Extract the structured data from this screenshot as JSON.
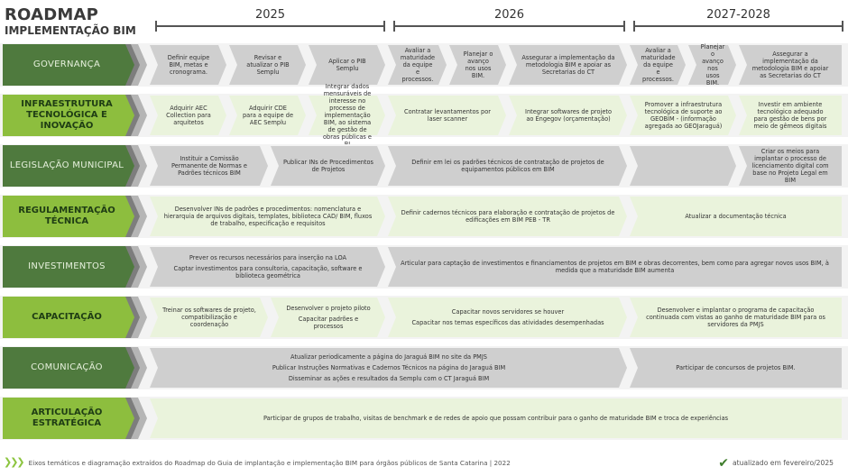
{
  "title": {
    "line1": "ROADMAP",
    "line2": "IMPLEMENTAÇÃO BIM"
  },
  "years": [
    "2025",
    "2026",
    "2027-2028"
  ],
  "colors": {
    "dark": "#4f7a3e",
    "light": "#8dbe3e",
    "gray": "#cfcfcf",
    "pale_green": "#eaf3dc",
    "stripe": "#f3f3f3"
  },
  "rows": [
    {
      "label": "GOVERNANÇA",
      "style": "dark",
      "items": [
        {
          "lines": [
            "Definir equipe BIM, metas e cronograma."
          ],
          "color": "gray"
        },
        {
          "lines": [
            "Revisar e atualizar o PIB Semplu"
          ],
          "color": "gray"
        },
        {
          "lines": [
            "Aplicar o PIB Semplu"
          ],
          "color": "gray"
        },
        {
          "lines": [
            "Avaliar a maturidade da equipe e processos."
          ],
          "color": "gray"
        },
        {
          "lines": [
            "Planejar o avanço nos usos BIM."
          ],
          "color": "gray"
        },
        {
          "lines": [
            "Assegurar a implementação da metodologia BIM e apoiar as Secretarias do CT"
          ],
          "color": "gray"
        },
        {
          "lines": [
            "Avaliar a maturidade da equipe e processos."
          ],
          "color": "gray"
        },
        {
          "lines": [
            "Planejar o avanço nos usos BIM."
          ],
          "color": "gray"
        },
        {
          "lines": [
            "Assegurar a implementação da metodologia BIM e apoiar as Secretarias do CT"
          ],
          "color": "gray"
        }
      ]
    },
    {
      "label": "INFRAESTRUTURA TECNOLÓGICA E INOVAÇÃO",
      "style": "light",
      "items": [
        {
          "lines": [
            "Adquirir AEC Collection para arquitetos"
          ],
          "color": "pale"
        },
        {
          "lines": [
            "Adquirir CDE para a equipe de AEC Semplu"
          ],
          "color": "pale"
        },
        {
          "lines": [
            "Integrar dados mensuráveis de interesse no processo de implementação BIM, ao sistema de gestão de obras públicas e BI"
          ],
          "color": "pale"
        },
        {
          "lines": [
            "Contratar levantamentos por laser scanner"
          ],
          "color": "pale"
        },
        {
          "lines": [
            "Integrar softwares de projeto ao Engegov (orçamentação)"
          ],
          "color": "pale"
        },
        {
          "lines": [
            "Promover a infraestrutura tecnológica de suporte ao GEOBIM - (informação agregada ao GEOJaraguá)"
          ],
          "color": "pale"
        },
        {
          "lines": [
            "Investir em ambiente tecnológico adequado para gestão de bens por meio de gêmeos digitais"
          ],
          "color": "pale"
        }
      ]
    },
    {
      "label": "LEGISLAÇÃO MUNICIPAL",
      "style": "dark",
      "items": [
        {
          "lines": [
            "Instituir a Comissão Permanente de Normas e Padrões técnicos BIM"
          ],
          "color": "gray"
        },
        {
          "lines": [
            "Publicar INs de Procedimentos de Projetos"
          ],
          "color": "gray"
        },
        {
          "lines": [
            "Definir em lei os padrões técnicos de contratação de projetos de equipamentos públicos em BIM"
          ],
          "color": "gray"
        },
        {
          "lines": [
            ""
          ],
          "color": "gray"
        },
        {
          "lines": [
            "Criar os meios para implantar o processo de licenciamento digital com base no Projeto Legal em BIM"
          ],
          "color": "gray"
        }
      ]
    },
    {
      "label": "REGULAMENTAÇÃO TÉCNICA",
      "style": "light",
      "items": [
        {
          "lines": [
            "Desenvolver INs de padrões e procedimentos: nomenclatura e hierarquia de arquivos digitais, templates, biblioteca CAD/ BIM, fluxos de trabalho, especificação e requisitos"
          ],
          "color": "pale"
        },
        {
          "lines": [
            "Definir cadernos técnicos para elaboração e contratação de projetos de edificações em BIM PEB - TR"
          ],
          "color": "pale"
        },
        {
          "lines": [
            "Atualizar a documentação técnica"
          ],
          "color": "pale"
        }
      ]
    },
    {
      "label": "INVESTIMENTOS",
      "style": "dark",
      "items": [
        {
          "lines": [
            "Prever os recursos necessários para inserção na LOA",
            "Captar investimentos para consultoria, capacitação, software e biblioteca geométrica"
          ],
          "color": "gray"
        },
        {
          "lines": [
            "Articular para captação de investimentos e financiamentos de projetos em BIM e obras decorrentes, bem como para agregar novos usos BIM, à medida que a maturidade BIM aumenta"
          ],
          "color": "gray"
        }
      ]
    },
    {
      "label": "CAPACITAÇÃO",
      "style": "light",
      "items": [
        {
          "lines": [
            "Treinar os softwares de projeto, compatibilização e coordenação"
          ],
          "color": "pale"
        },
        {
          "lines": [
            "Desenvolver o projeto piloto",
            "Capacitar padrões e processos"
          ],
          "color": "pale"
        },
        {
          "lines": [
            "Capacitar novos servidores se houver",
            "Capacitar nos temas específicos das atividades desempenhadas"
          ],
          "color": "pale"
        },
        {
          "lines": [
            "Desenvolver e implantar o programa de capacitação continuada com vistas ao ganho de maturidade BIM para os servidores da PMJS"
          ],
          "color": "pale"
        }
      ]
    },
    {
      "label": "COMUNICAÇÃO",
      "style": "dark",
      "items": [
        {
          "lines": [
            "Atualizar periodicamente a página do Jaraguá BIM no site da PMJS",
            "Publicar Instruções Normativas e Cadernos Técnicos na página do Jaraguá BIM",
            "Disseminar as ações e resultados da Semplu com o CT Jaraguá BIM"
          ],
          "color": "gray"
        },
        {
          "lines": [
            "Participar de concursos de projetos BIM."
          ],
          "color": "gray"
        }
      ]
    },
    {
      "label": "ARTICULAÇÃO ESTRATÉGICA",
      "style": "light",
      "items": [
        {
          "lines": [
            "Participar de grupos de trabalho, visitas de benchmark e de redes de apoio que possam contribuir para o ganho de maturidade BIM e troca de experiências"
          ],
          "color": "pale"
        }
      ]
    }
  ],
  "footer": {
    "note": "Eixos temáticos e diagramação extraídos do Roadmap do Guia de implantação e implementação BIM para órgãos públicos de Santa Catarina | 2022",
    "updated": "atualizado em fevereiro/2025"
  }
}
